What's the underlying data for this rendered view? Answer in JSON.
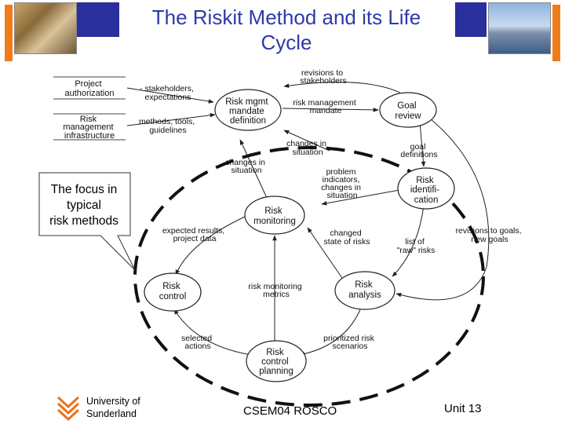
{
  "slide": {
    "title_line1": "The Riskit Method and its Life",
    "title_line2": "Cycle",
    "callout_text_lines": [
      "The focus in",
      "typical",
      "risk methods"
    ],
    "footer": {
      "university_line1": "University of",
      "university_line2": "Sunderland",
      "course_code": "CSEM04",
      "course_name": "ROSCO",
      "unit": "Unit 13"
    }
  },
  "diagram": {
    "inputs": {
      "project_authorization": [
        "Project",
        "authorization"
      ],
      "risk_infrastructure": [
        "Risk",
        "management",
        "infrastructure"
      ]
    },
    "nodes": {
      "mandate": [
        "Risk mgmt",
        "mandate",
        "definition"
      ],
      "goal_review": [
        "Goal",
        "review"
      ],
      "identification": [
        "Risk",
        "identifi-",
        "cation"
      ],
      "monitoring": [
        "Risk",
        "monitoring"
      ],
      "control": [
        "Risk",
        "control"
      ],
      "analysis": [
        "Risk",
        "analysis"
      ],
      "planning": [
        "Risk",
        "control",
        "planning"
      ]
    },
    "labels": {
      "revisions_stakeholders": [
        "revisions to",
        "stakeholders"
      ],
      "stakeholders_expectations": [
        "- stakeholders,",
        "expectations"
      ],
      "methods_tools": [
        "methods, tools,",
        "guidelines"
      ],
      "risk_mgmt_mandate": [
        "risk management",
        "mandate"
      ],
      "changes_situation_top": [
        "changes in",
        "situation"
      ],
      "goal_definitions": [
        "goal",
        "definitions"
      ],
      "changes_situation_left": [
        "changes in",
        "situation"
      ],
      "problem_indicators": [
        "problem",
        "indicators,",
        "changes in",
        "situation"
      ],
      "expected_results": [
        "expected results,",
        "project data"
      ],
      "changed_state": [
        "changed",
        "state of risks"
      ],
      "list_raw_risks": [
        "list of",
        "\"raw\" risks"
      ],
      "revisions_goals": [
        "revisions to goals,",
        "new goals"
      ],
      "monitoring_metrics": [
        "risk monitoring",
        "metrics"
      ],
      "selected_actions": [
        "selected",
        "actions"
      ],
      "prioritized_scenarios": [
        "prioritized risk",
        "scenarios"
      ]
    }
  }
}
